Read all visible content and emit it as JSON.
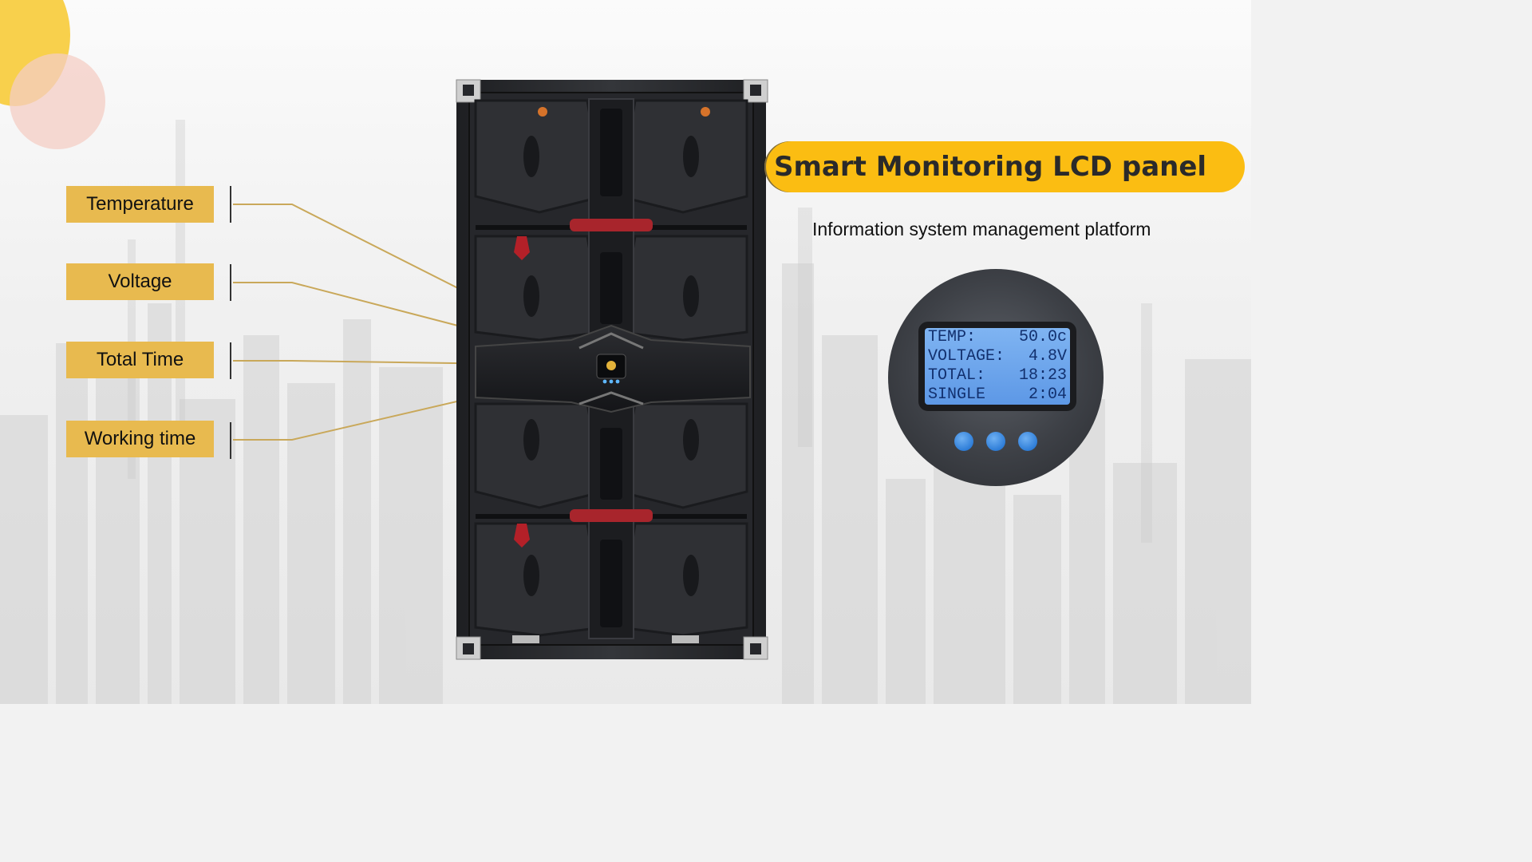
{
  "labels": {
    "temperature": "Temperature",
    "voltage": "Voltage",
    "total_time": "Total Time",
    "working_time": "Working time"
  },
  "title": "Smart Monitoring LCD panel",
  "subtitle": "Information system management platform",
  "lcd": {
    "rows": [
      {
        "key": "TEMP:",
        "value": "50.0c"
      },
      {
        "key": "VOLTAGE:",
        "value": "4.8V"
      },
      {
        "key": "TOTAL:",
        "value": "18:23"
      },
      {
        "key": "SINGLE",
        "value": "2:04"
      }
    ],
    "button_count": 3
  },
  "colors": {
    "label_fill": "#e8ba4f",
    "title_pill": "#fbbd12",
    "connector": "#c9a85a",
    "lcd_screen": "#6fa8ee",
    "handle_red": "#a8252c"
  }
}
